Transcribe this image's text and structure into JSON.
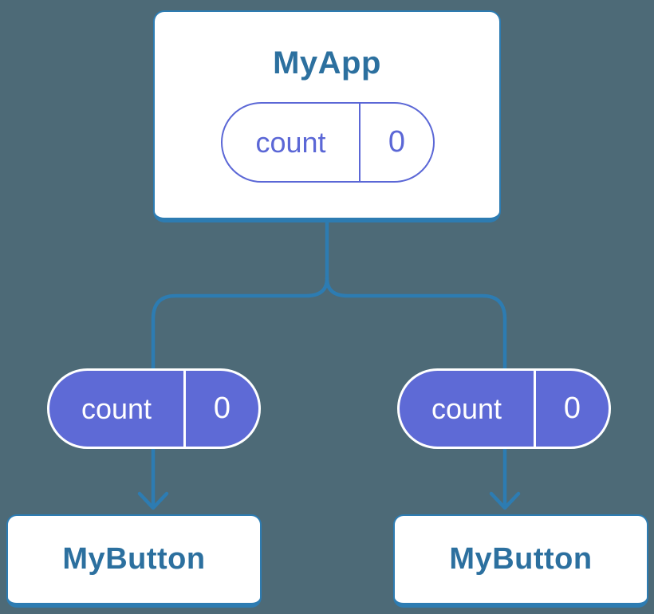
{
  "colors": {
    "background": "#4d6a77",
    "connector": "#2d7cb2",
    "node_border": "#2d7cb2",
    "node_bg": "#ffffff",
    "title_text": "#2c709f",
    "pill_purple": "#5e6ad6",
    "pill_outline_purple": "#5b67d6",
    "pill_text_light": "#ffffff"
  },
  "root_node": {
    "title": "MyApp",
    "state_pill": {
      "label": "count",
      "value": "0"
    }
  },
  "children": [
    {
      "title": "MyButton",
      "prop_pill": {
        "label": "count",
        "value": "0"
      }
    },
    {
      "title": "MyButton",
      "prop_pill": {
        "label": "count",
        "value": "0"
      }
    }
  ]
}
